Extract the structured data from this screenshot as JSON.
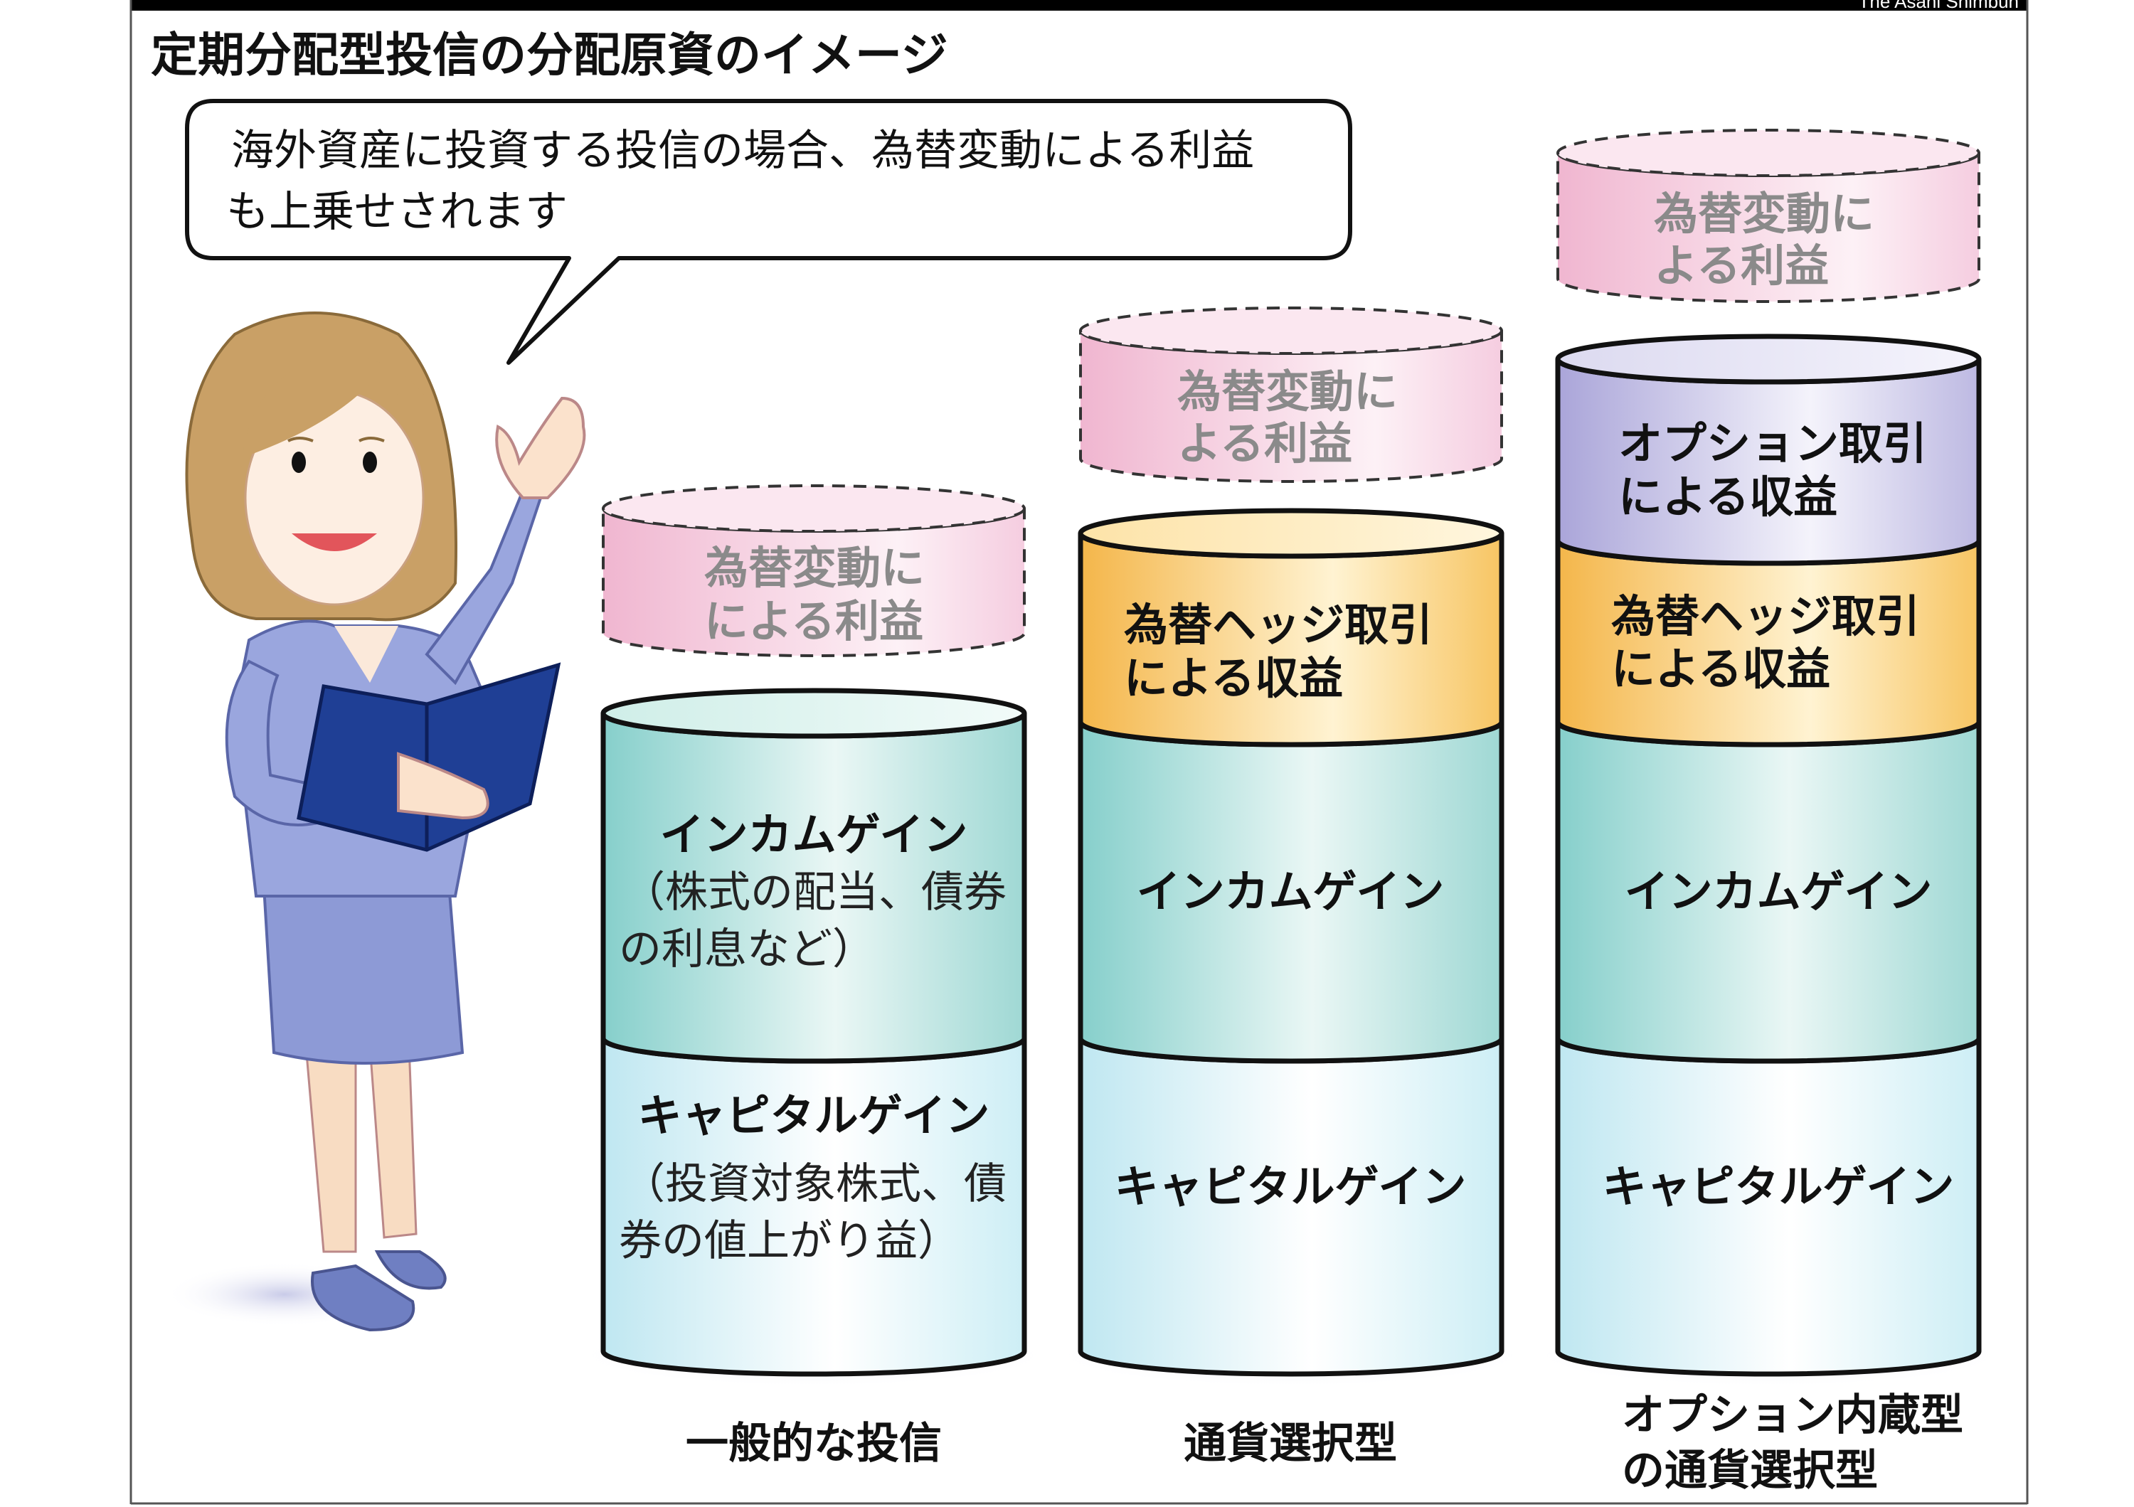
{
  "credit": "The Asahi Shimbun",
  "title": "定期分配型投信の分配原資のイメージ",
  "speech": {
    "line1": "海外資産に投資する投信の場合、為替変動による利益",
    "line2": "も上乗せされます"
  },
  "columns": [
    {
      "label": [
        "一般的な投信"
      ],
      "ghost": [
        "為替変動に",
        "による利益"
      ],
      "income": {
        "title": "インカムゲイン",
        "detail": [
          "（株式の配当、債券",
          "の利息など）"
        ]
      },
      "capital": {
        "title": "キャピタルゲイン",
        "detail": [
          "（投資対象株式、債",
          "券の値上がり益）"
        ]
      }
    },
    {
      "label": [
        "通貨選択型"
      ],
      "ghost": [
        "為替変動に",
        "よる利益"
      ],
      "hedge": [
        "為替ヘッジ取引",
        "による収益"
      ],
      "income": {
        "title": "インカムゲイン"
      },
      "capital": {
        "title": "キャピタルゲイン"
      }
    },
    {
      "label": [
        "オプション内蔵型",
        "の通貨選択型"
      ],
      "ghost": [
        "為替変動に",
        "よる利益"
      ],
      "option": [
        "オプション取引",
        "による収益"
      ],
      "hedge": [
        "為替ヘッジ取引",
        "による収益"
      ],
      "income": {
        "title": "インカムゲイン"
      },
      "capital": {
        "title": "キャピタルゲイン"
      }
    }
  ],
  "colors": {
    "income": "#8fd2cf",
    "capital": "#c6ebf3",
    "hedge": "#f6bf55",
    "option": "#b4b0de",
    "ghost": "#f2bfd6"
  }
}
